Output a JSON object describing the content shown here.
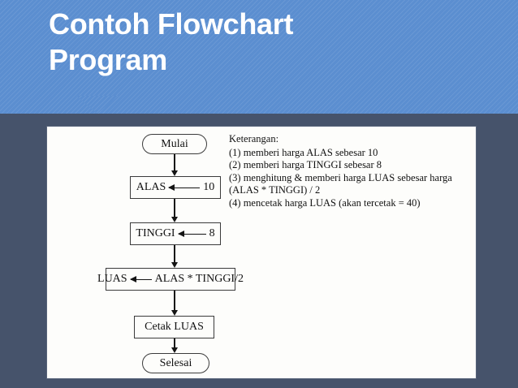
{
  "slide": {
    "title": "Contoh Flowchart\nProgram",
    "background_color": "#46536b",
    "banner_color": "#5b8ed0",
    "panel_color": "#fdfdfb"
  },
  "flowchart": {
    "nodes": [
      {
        "id": "start",
        "shape": "terminator",
        "text": "Mulai"
      },
      {
        "id": "alas",
        "shape": "process",
        "lhs": "ALAS",
        "arrow": "left-arrow",
        "rhs": "10"
      },
      {
        "id": "tinggi",
        "shape": "process",
        "lhs": "TINGGI",
        "arrow": "left-arrow",
        "rhs": "8"
      },
      {
        "id": "luas",
        "shape": "process",
        "lhs": "LUAS",
        "arrow": "left-arrow",
        "rhs": "ALAS * TINGGI/2"
      },
      {
        "id": "print",
        "shape": "process",
        "text": "Cetak LUAS"
      },
      {
        "id": "end",
        "shape": "terminator",
        "text": "Selesai"
      }
    ]
  },
  "legend": {
    "title": "Keterangan:",
    "items": [
      "(1) memberi harga ALAS sebesar 10",
      "(2) memberi harga TINGGI sebesar 8",
      "(3) menghitung & memberi harga LUAS sebesar harga\n     (ALAS * TINGGI) / 2",
      "(4) mencetak harga LUAS (akan tercetak = 40)"
    ]
  }
}
